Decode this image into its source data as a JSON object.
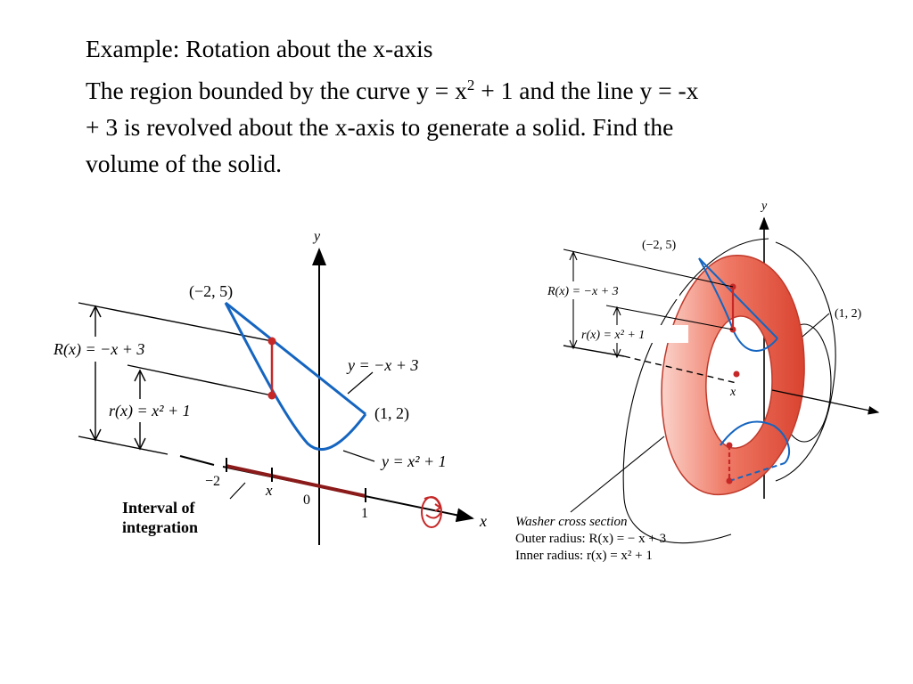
{
  "slide": {
    "title": "Example:  Rotation about the x-axis",
    "problem": {
      "part1": "The region bounded by the curve y = x",
      "sup": "2",
      "part2": " + 1 and the line y = -x",
      "line2": "+ 3 is revolved about the x-axis to generate a solid.  Find the",
      "line3": "volume of the solid."
    }
  },
  "left_figure": {
    "y_axis": "y",
    "x_axis": "x",
    "point_top": "(−2, 5)",
    "point_right": "(1, 2)",
    "outer_radius": "R(x) = −x + 3",
    "inner_radius": "r(x) = x² + 1",
    "line_label": "y = −x + 3",
    "curve_label": "y = x² + 1",
    "tick_neg2": "−2",
    "tick_x": "x",
    "tick_0": "0",
    "tick_1": "1",
    "interval_line1": "Interval of",
    "interval_line2": "integration"
  },
  "right_figure": {
    "y_axis": "y",
    "x_point": "x",
    "point_top": "(−2,  5)",
    "point_right": "(1,  2)",
    "outer_radius": "R(x) = −x + 3",
    "inner_radius": "r(x) = x² + 1",
    "caption_title": "Washer cross section",
    "caption_outer": "Outer radius: R(x) = − x + 3",
    "caption_inner": "Inner radius: r(x) = x² + 1"
  },
  "colors": {
    "curve": "#1565c0",
    "radius_segment": "#c62828",
    "washer_fill": "#ef6b57",
    "washer_light": "#f7b3a6",
    "axis": "#000000"
  }
}
